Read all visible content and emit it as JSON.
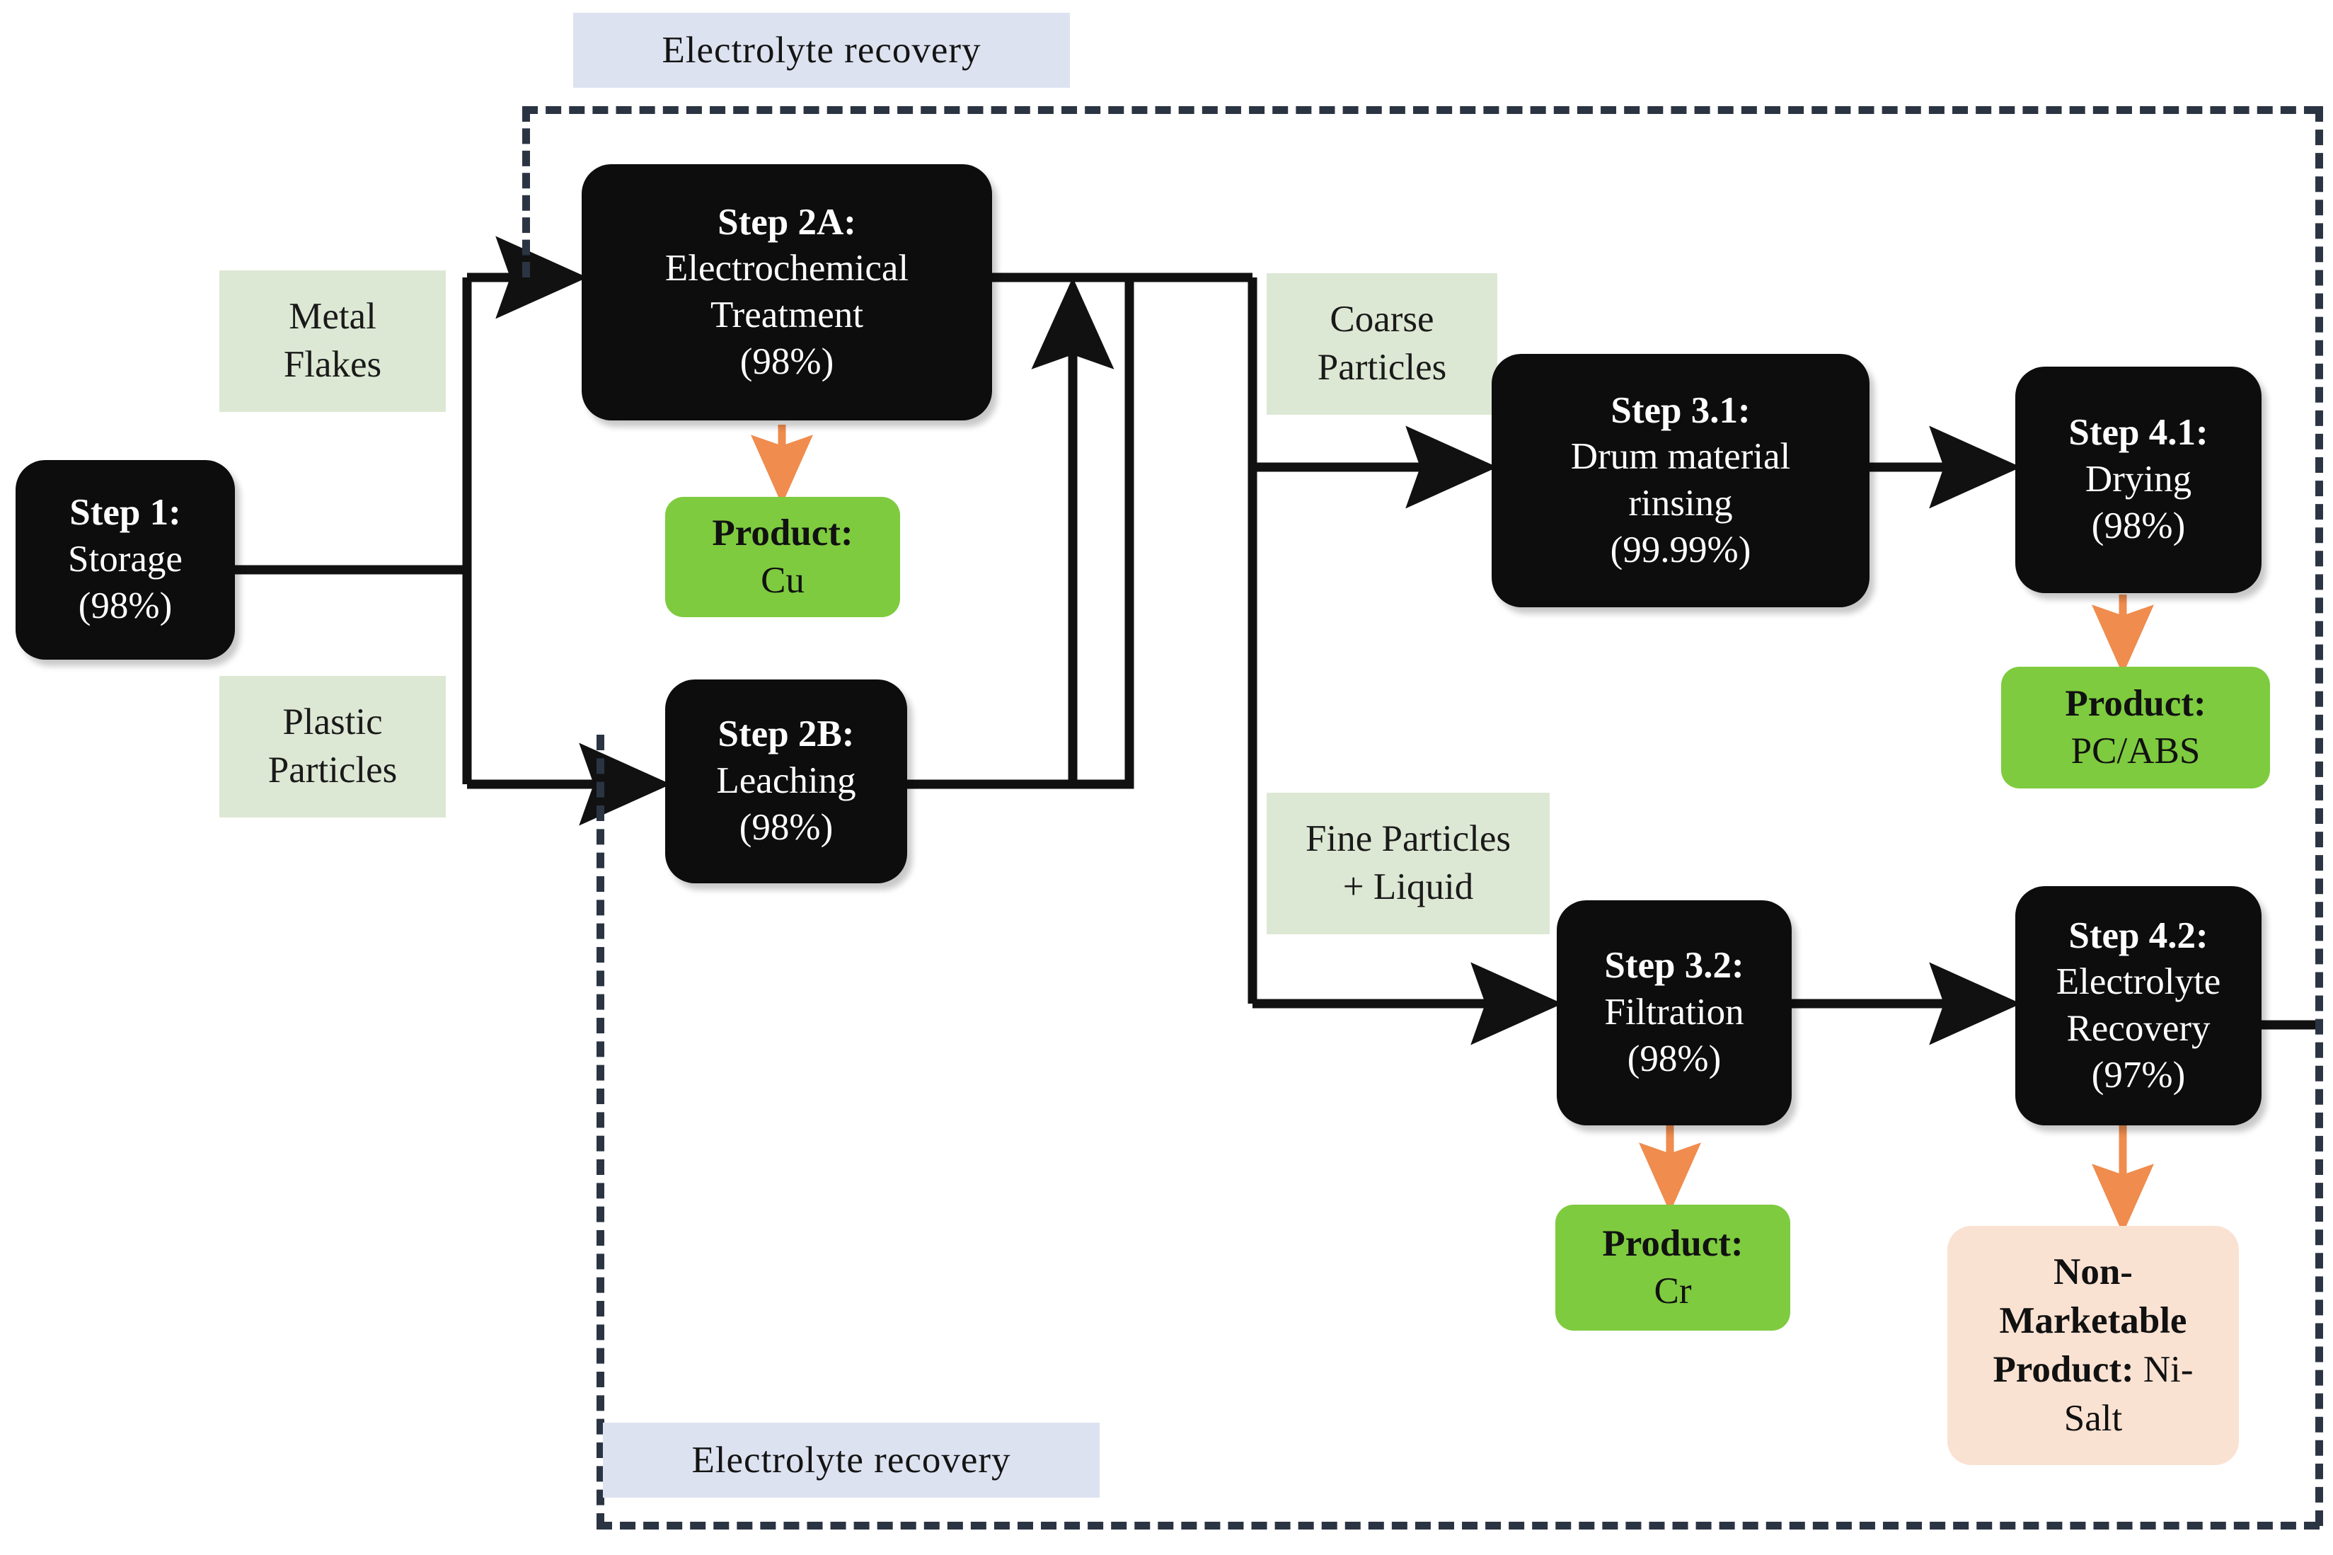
{
  "diagram": {
    "title": "Battery / e-scrap recycling process flow with electrolyte recovery",
    "colors": {
      "process_node": "#0d0d0d",
      "product_node": "#7ecb3f",
      "waste_node": "#fae2d2",
      "stream_label": "#dde8d4",
      "caption_label": "#dde2f0",
      "flow_arrow": "#111111",
      "product_arrow": "#ef8c4e",
      "boundary_dash": "#2b3442"
    }
  },
  "captions": {
    "top": "Electrolyte recovery",
    "bottom": "Electrolyte  recovery"
  },
  "nodes": [
    {
      "id": "step1",
      "line1": "Step 1:",
      "line2": "Storage",
      "line3": "(98%)"
    },
    {
      "id": "step2a",
      "line1": "Step 2A:",
      "line2": "Electrochemical",
      "line3": "Treatment",
      "line4": "(98%)"
    },
    {
      "id": "step2b",
      "line1": "Step 2B:",
      "line2": "Leaching",
      "line3": "(98%)"
    },
    {
      "id": "step31",
      "line1": "Step 3.1:",
      "line2": "Drum material",
      "line3": "rinsing",
      "line4": "(99.99%)"
    },
    {
      "id": "step41",
      "line1": "Step 4.1:",
      "line2": "Drying",
      "line3": "(98%)"
    },
    {
      "id": "step32",
      "line1": "Step 3.2:",
      "line2": "Filtration",
      "line3": "(98%)"
    },
    {
      "id": "step42",
      "line1": "Step 4.2:",
      "line2": "Electrolyte",
      "line3": "Recovery",
      "line4": "(97%)"
    }
  ],
  "products": [
    {
      "id": "cu",
      "line1": "Product:",
      "line2": "Cu"
    },
    {
      "id": "pcabs",
      "line1": "Product:",
      "line2": "PC/ABS"
    },
    {
      "id": "cr",
      "line1": "Product:",
      "line2": "Cr"
    }
  ],
  "waste": {
    "id": "nisalt",
    "line1": "Non-",
    "line2": "Marketable",
    "line3_bold": "Product:",
    "line3_rest": " Ni-",
    "line4": "Salt"
  },
  "streams": [
    {
      "id": "metal-flakes",
      "line1": "Metal",
      "line2": "Flakes"
    },
    {
      "id": "plastic-particles",
      "line1": "Plastic",
      "line2": "Particles"
    },
    {
      "id": "coarse-particles",
      "line1": "Coarse",
      "line2": "Particles"
    },
    {
      "id": "fine-particles",
      "line1": "Fine Particles",
      "line2": "+ Liquid"
    }
  ]
}
